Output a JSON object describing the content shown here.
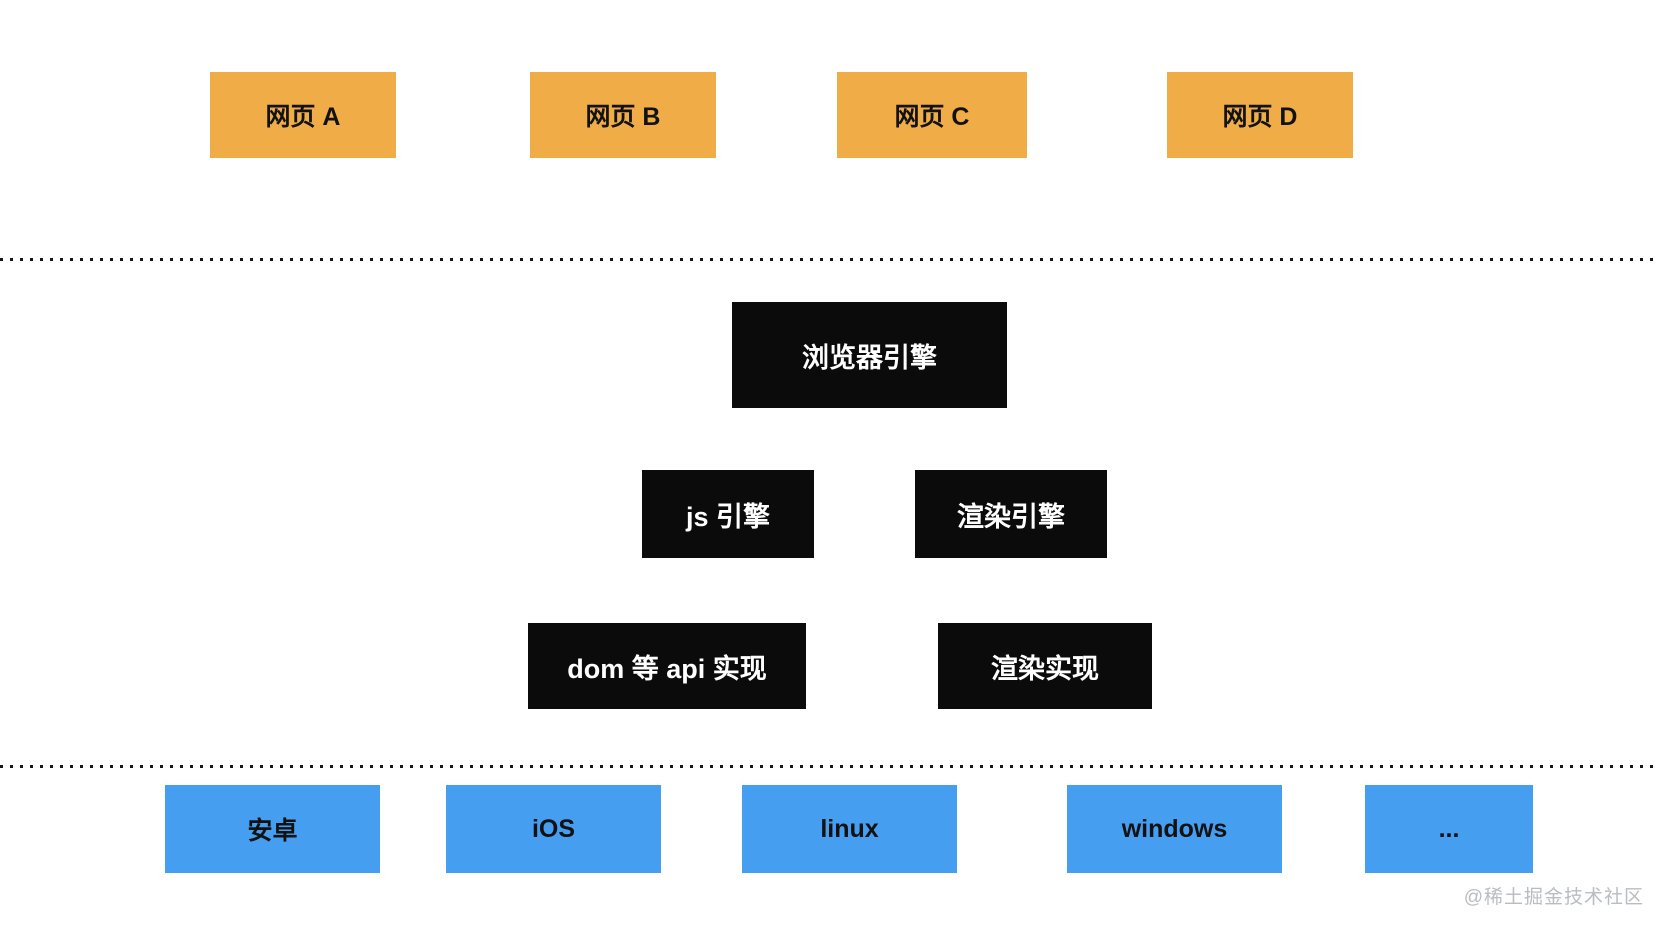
{
  "diagram": {
    "web_pages": [
      {
        "label": "网页 A"
      },
      {
        "label": "网页 B"
      },
      {
        "label": "网页 C"
      },
      {
        "label": "网页 D"
      }
    ],
    "browser_engine_label": "浏览器引擎",
    "engines": [
      {
        "label": "js 引擎"
      },
      {
        "label": "渲染引擎"
      }
    ],
    "implementations": [
      {
        "label": "dom 等 api 实现"
      },
      {
        "label": "渲染实现"
      }
    ],
    "platforms": [
      {
        "label": "安卓"
      },
      {
        "label": "iOS"
      },
      {
        "label": "linux"
      },
      {
        "label": "windows"
      },
      {
        "label": "..."
      }
    ],
    "watermark": "@稀土掘金技术社区",
    "colors": {
      "web_page_fill": "#F0AC46",
      "engine_fill": "#0B0B0B",
      "platform_fill": "#459EF0",
      "dotted_line": "#161616",
      "text_dark": "#121212",
      "text_light": "#FFFFFF",
      "watermark_text": "#B9BDC2"
    }
  }
}
